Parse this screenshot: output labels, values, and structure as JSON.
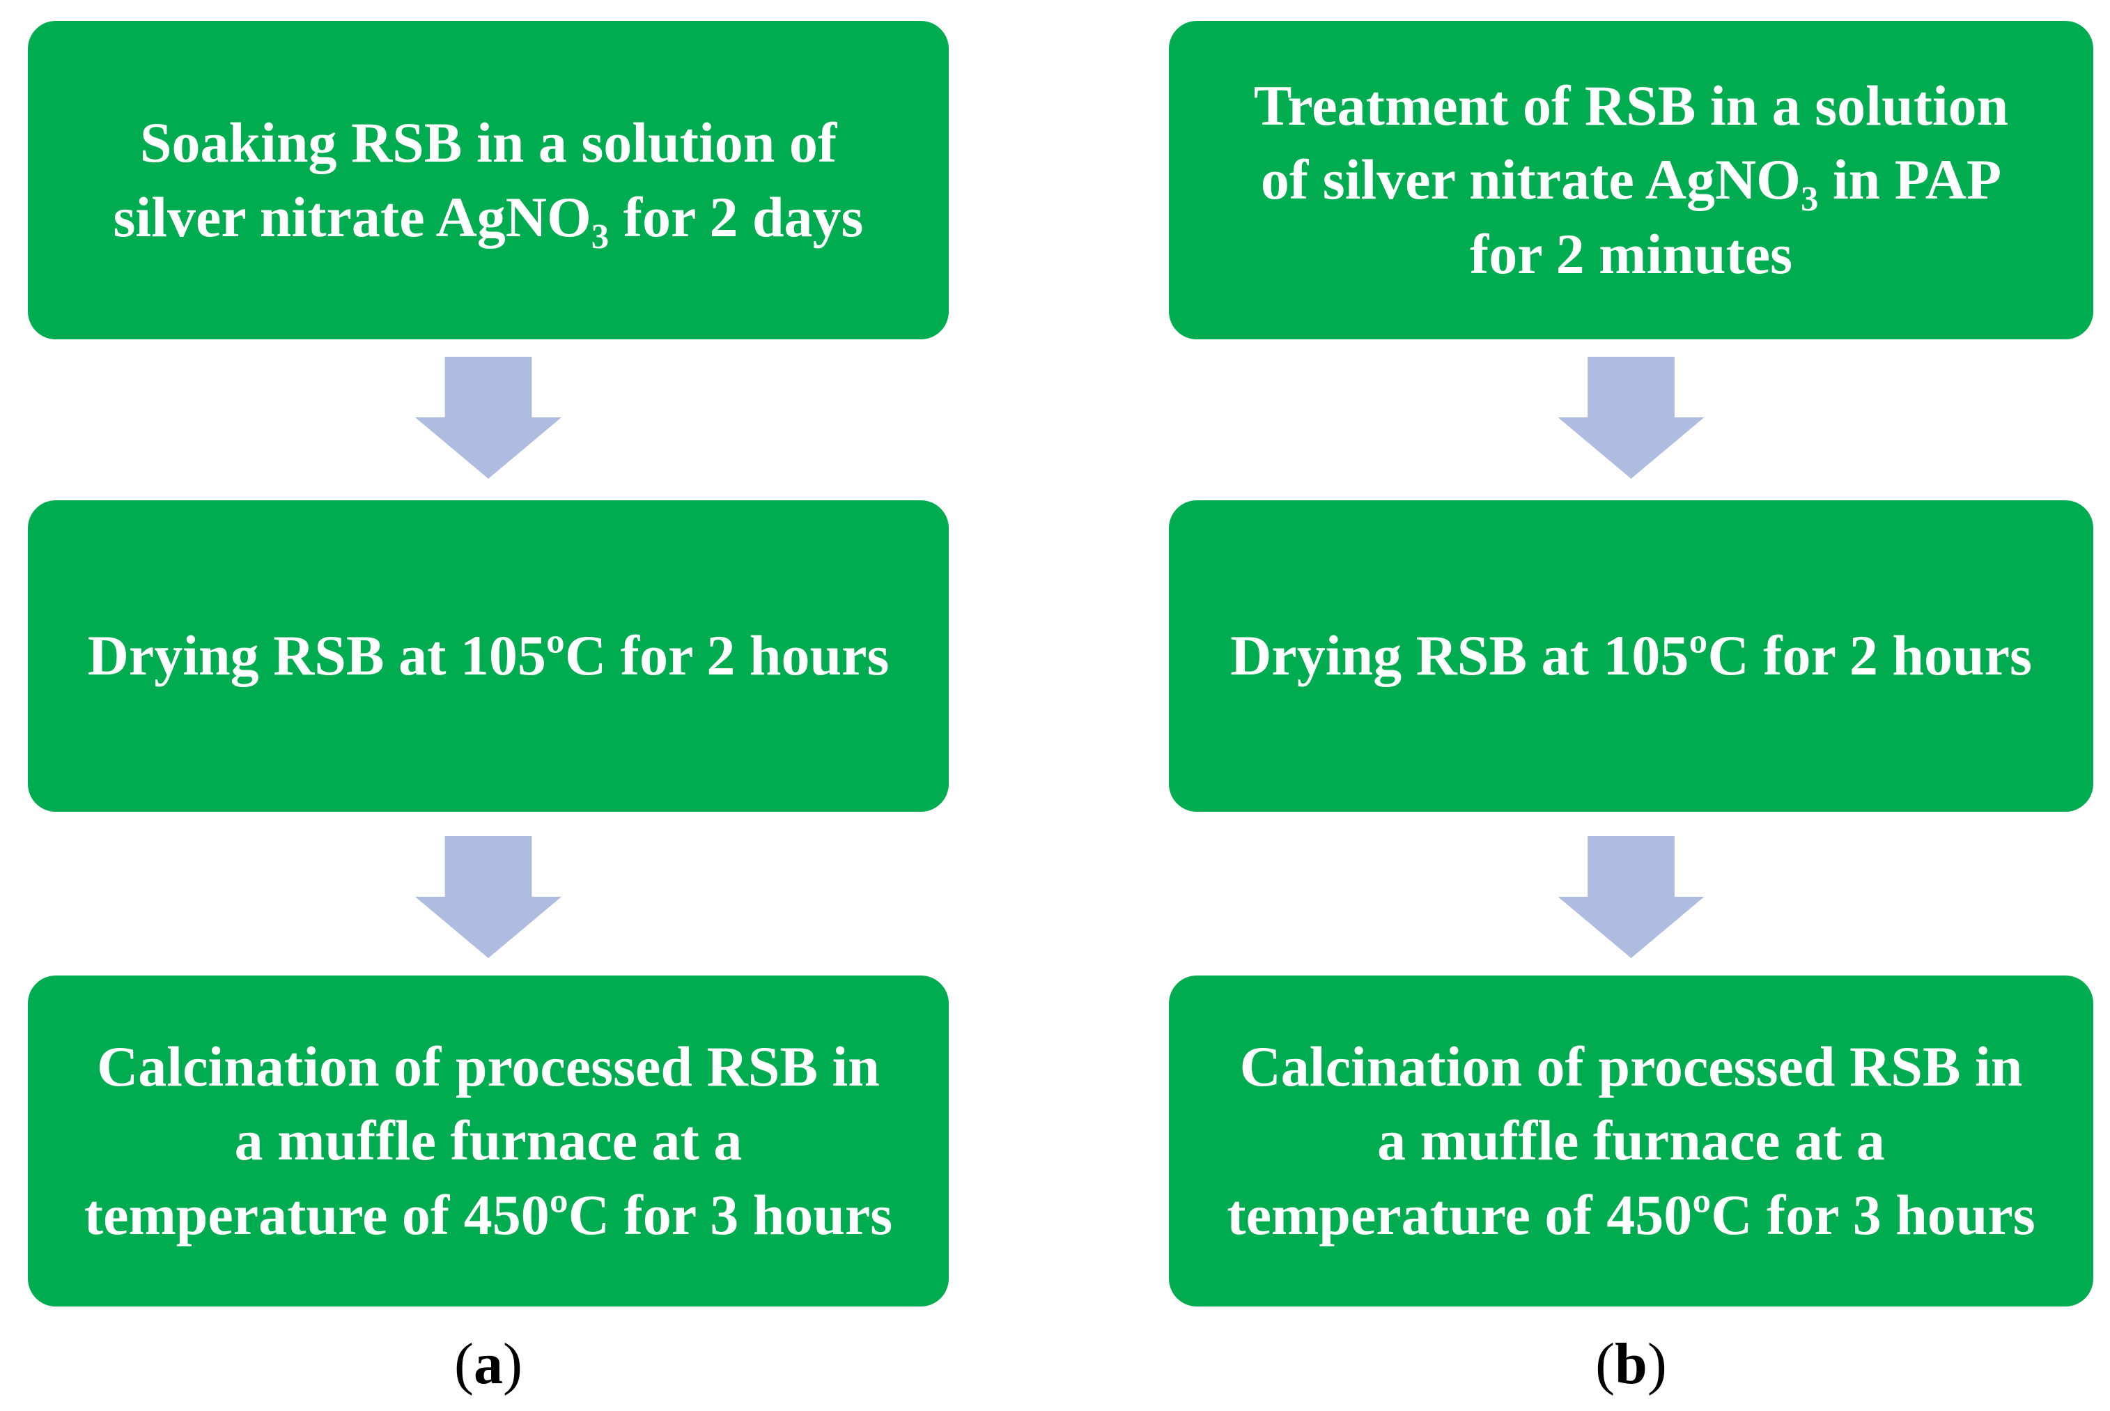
{
  "colors": {
    "box_green": "#00AC50",
    "arrow_blue": "#AEBDDF",
    "text_white": "#FFFFFF",
    "label_black": "#000000"
  },
  "diagram": {
    "type": "flowchart",
    "columns": [
      {
        "id": "a",
        "label": {
          "open": "(",
          "letter": "a",
          "close": ")"
        },
        "boxes": [
          {
            "lines": [
              [
                {
                  "t": "Soaking RSB in a solution of"
                }
              ],
              [
                {
                  "t": "silver nitrate AgNO"
                },
                {
                  "t": "3",
                  "sub": true
                },
                {
                  "t": " for 2 days"
                }
              ]
            ]
          },
          {
            "lines": [
              [
                {
                  "t": "Drying RSB at 105ºC for 2 hours"
                }
              ]
            ]
          },
          {
            "lines": [
              [
                {
                  "t": "Calcination of processed RSB in"
                }
              ],
              [
                {
                  "t": "a muffle furnace at a"
                }
              ],
              [
                {
                  "t": "temperature of 450ºC for 3 hours"
                }
              ]
            ]
          }
        ]
      },
      {
        "id": "b",
        "label": {
          "open": "(",
          "letter": "b",
          "close": ")"
        },
        "boxes": [
          {
            "lines": [
              [
                {
                  "t": "Treatment of RSB in a solution"
                }
              ],
              [
                {
                  "t": "of silver nitrate AgNO"
                },
                {
                  "t": "3",
                  "sub": true
                },
                {
                  "t": " in PAP"
                }
              ],
              [
                {
                  "t": "for 2 minutes"
                }
              ]
            ]
          },
          {
            "lines": [
              [
                {
                  "t": "Drying RSB at 105ºC for 2 hours"
                }
              ]
            ]
          },
          {
            "lines": [
              [
                {
                  "t": "Calcination of processed RSB in"
                }
              ],
              [
                {
                  "t": "a muffle furnace at a"
                }
              ],
              [
                {
                  "t": "temperature of 450ºC for 3 hours"
                }
              ]
            ]
          }
        ]
      }
    ]
  }
}
